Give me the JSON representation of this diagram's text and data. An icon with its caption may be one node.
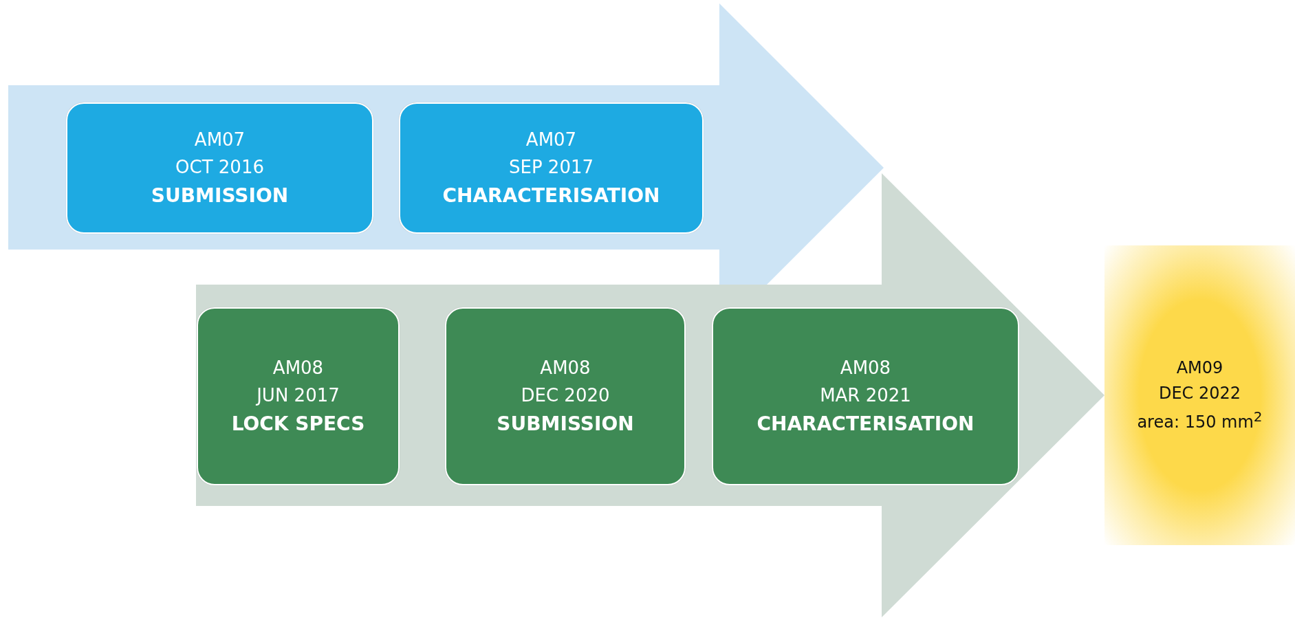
{
  "diagram": {
    "nodes": [
      {
        "text": [
          "AM07",
          "OCT 2016",
          "SUBMISSION"
        ]
      },
      {
        "text": [
          "AM07",
          "SEP 2017",
          "CHARACTERISATION"
        ]
      },
      {
        "text": [
          "AM08",
          "JUN 2017",
          "LOCK SPECS"
        ]
      },
      {
        "text": [
          "AM08",
          "DEC 2020",
          "SUBMISSION"
        ]
      },
      {
        "text": [
          "AM08",
          "MAR 2021",
          "CHARACTERISATION"
        ]
      },
      {
        "text": [
          "AM09",
          "DEC 2022",
          "area: 150 mm$^{2}$"
        ]
      }
    ],
    "edges": [
      {
        "from": 2,
        "to": 5,
        "arrow": "to"
      }
    ]
  }
}
